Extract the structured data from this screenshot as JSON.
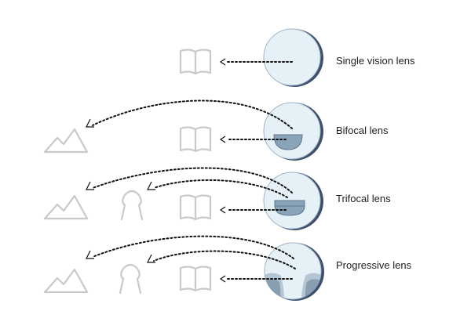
{
  "lenses": [
    {
      "label": "Single vision lens",
      "segment": "none"
    },
    {
      "label": "Bifocal lens",
      "segment": "bifocal"
    },
    {
      "label": "Trifocal lens",
      "segment": "trifocal"
    },
    {
      "label": "Progressive lens",
      "segment": "progressive"
    }
  ],
  "icons": {
    "near": "book-icon",
    "intermediate": "person-icon",
    "far": "mountain-icon"
  },
  "colors": {
    "lens_fill": "#e6f0f7",
    "lens_rim_light": "#9fb3c8",
    "lens_rim_shadow": "#3d4f6a",
    "segment_fill": "#8aa3b8",
    "segment_stroke": "#5f7790",
    "icon_gray": "#c9c9c9",
    "arrow": "#111111"
  }
}
